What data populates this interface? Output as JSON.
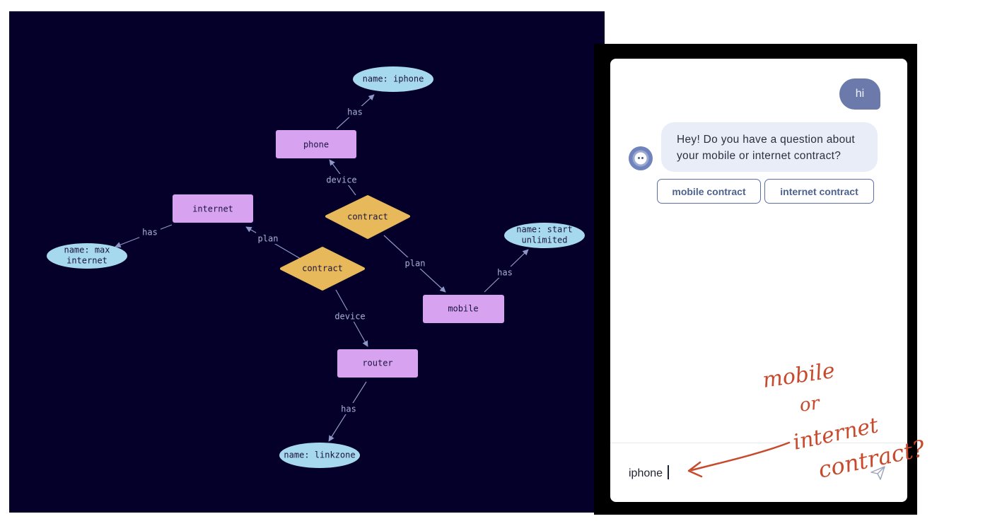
{
  "graph": {
    "nodes": {
      "name_iphone": "name: iphone",
      "phone": "phone",
      "internet": "internet",
      "contract_1": "contract",
      "contract_2": "contract",
      "name_max_internet": [
        "name: max",
        "internet"
      ],
      "name_start_unlimited": [
        "name: start",
        "unlimited"
      ],
      "mobile": "mobile",
      "router": "router",
      "name_linkzone": "name: linkzone"
    },
    "edges": {
      "phone_has": "has",
      "contract1_device": "device",
      "internet_has": "has",
      "contract2_plan": "plan",
      "contract1_plan": "plan",
      "mobile_has": "has",
      "contract2_device": "device",
      "router_has": "has"
    }
  },
  "chat": {
    "user_message": "hi",
    "bot_message_line1": "Hey! Do you have a question about",
    "bot_message_line2": "your mobile or internet contract?",
    "quick_replies": [
      "mobile contract",
      "internet contract"
    ],
    "input_value": "iphone"
  },
  "annotation": {
    "lines": [
      "mobile",
      "or",
      "internet",
      "contract?"
    ]
  },
  "colors": {
    "graph_background": "#05002a",
    "entity_node": "#d7a3f0",
    "relation_node": "#e7b95a",
    "attribute_node": "#a7d9ee",
    "annotation_ink": "#c84a2c",
    "user_bubble": "#6b7aab",
    "accent": "#5b6fa6"
  }
}
